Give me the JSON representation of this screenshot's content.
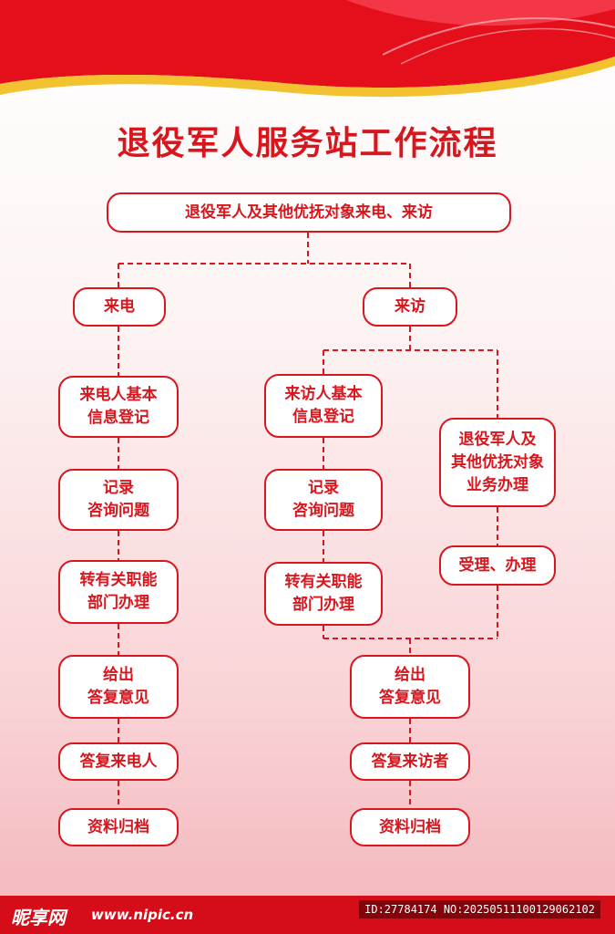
{
  "title": "退役军人服务站工作流程",
  "colors": {
    "primary": "#d7161e",
    "gold": "#f2c230",
    "background": "#fdeaea"
  },
  "nodes": {
    "top": "退役军人及其他优抚对象来电、来访",
    "call": "来电",
    "visit": "来访",
    "call_register": "来电人基本\n信息登记",
    "call_record": "记录\n咨询问题",
    "call_transfer": "转有关职能\n部门办理",
    "call_reply_opinion": "给出\n答复意见",
    "call_reply": "答复来电人",
    "call_archive": "资料归档",
    "visit_register": "来访人基本\n信息登记",
    "visit_record": "记录\n咨询问题",
    "visit_transfer": "转有关职能\n部门办理",
    "business": "退役军人及\n其他优抚对象\n业务办理",
    "accept": "受理、办理",
    "visit_reply_opinion": "给出\n答复意见",
    "visit_reply": "答复来访者",
    "visit_archive": "资料归档"
  },
  "watermark": {
    "brand": "昵享网",
    "url": "www.nipic.cn",
    "id": "ID:27784174 NO:20250511100129062102"
  }
}
